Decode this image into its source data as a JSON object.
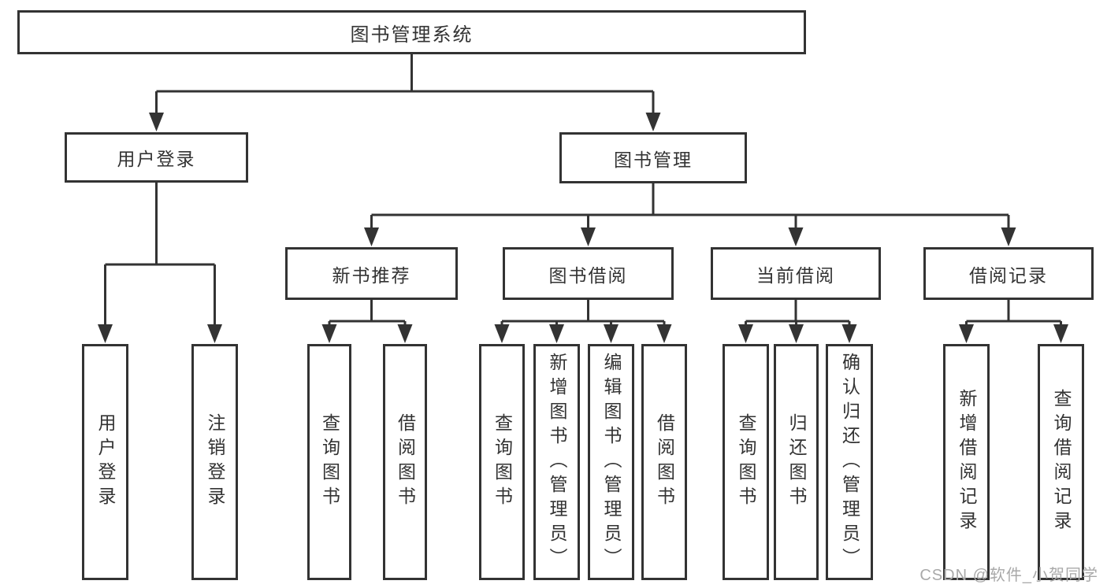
{
  "diagram": {
    "root": {
      "label": "图书管理系统"
    },
    "level2": [
      {
        "label": "用户登录"
      },
      {
        "label": "图书管理"
      }
    ],
    "level3": [
      {
        "label": "新书推荐",
        "parent": "图书管理"
      },
      {
        "label": "图书借阅",
        "parent": "图书管理"
      },
      {
        "label": "当前借阅",
        "parent": "图书管理"
      },
      {
        "label": "借阅记录",
        "parent": "图书管理"
      }
    ],
    "leaves": [
      {
        "label": "用户登录",
        "parent": "用户登录"
      },
      {
        "label": "注销登录",
        "parent": "用户登录"
      },
      {
        "label": "查询图书",
        "parent": "新书推荐"
      },
      {
        "label": "借阅图书",
        "parent": "新书推荐"
      },
      {
        "label": "查询图书",
        "parent": "图书借阅"
      },
      {
        "label": "新增图书（管理员）",
        "parent": "图书借阅"
      },
      {
        "label": "编辑图书（管理员）",
        "parent": "图书借阅"
      },
      {
        "label": "借阅图书",
        "parent": "图书借阅"
      },
      {
        "label": "查询图书",
        "parent": "当前借阅"
      },
      {
        "label": "归还图书",
        "parent": "当前借阅"
      },
      {
        "label": "确认归还（管理员）",
        "parent": "当前借阅"
      },
      {
        "label": "新增借阅记录",
        "parent": "借阅记录"
      },
      {
        "label": "查询借阅记录",
        "parent": "借阅记录"
      }
    ],
    "colors": {
      "line": "#333333",
      "box_background": "#ffffff",
      "watermark_text": "#a9a9a9"
    }
  },
  "watermark": "CSDN @软件_小贺同学"
}
